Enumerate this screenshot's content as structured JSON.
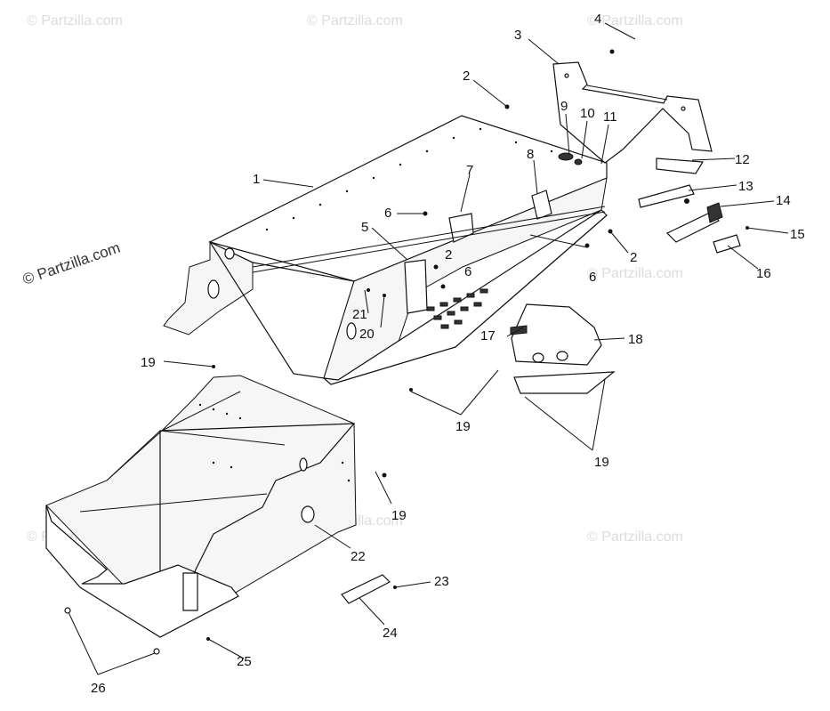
{
  "watermarks": [
    "© Partzilla.com",
    "© Partzilla.com",
    "© Partzilla.com",
    "© Partzilla.com",
    "© Partzilla.com",
    "© Partzilla.com",
    "© Partzilla.com",
    "© Partzilla.com"
  ],
  "copyright": "© Partzilla.com",
  "callouts": {
    "c1": "1",
    "c2a": "2",
    "c2b": "2",
    "c2c": "2",
    "c3": "3",
    "c4": "4",
    "c5": "5",
    "c6a": "6",
    "c6b": "6",
    "c6c": "6",
    "c7": "7",
    "c8": "8",
    "c9": "9",
    "c10": "10",
    "c11": "11",
    "c12": "12",
    "c13": "13",
    "c14": "14",
    "c15": "15",
    "c16": "16",
    "c17": "17",
    "c18": "18",
    "c19a": "19",
    "c19b": "19",
    "c19c": "19",
    "c19d": "19",
    "c20": "20",
    "c21": "21",
    "c22": "22",
    "c23": "23",
    "c24": "24",
    "c25": "25",
    "c26": "26"
  }
}
